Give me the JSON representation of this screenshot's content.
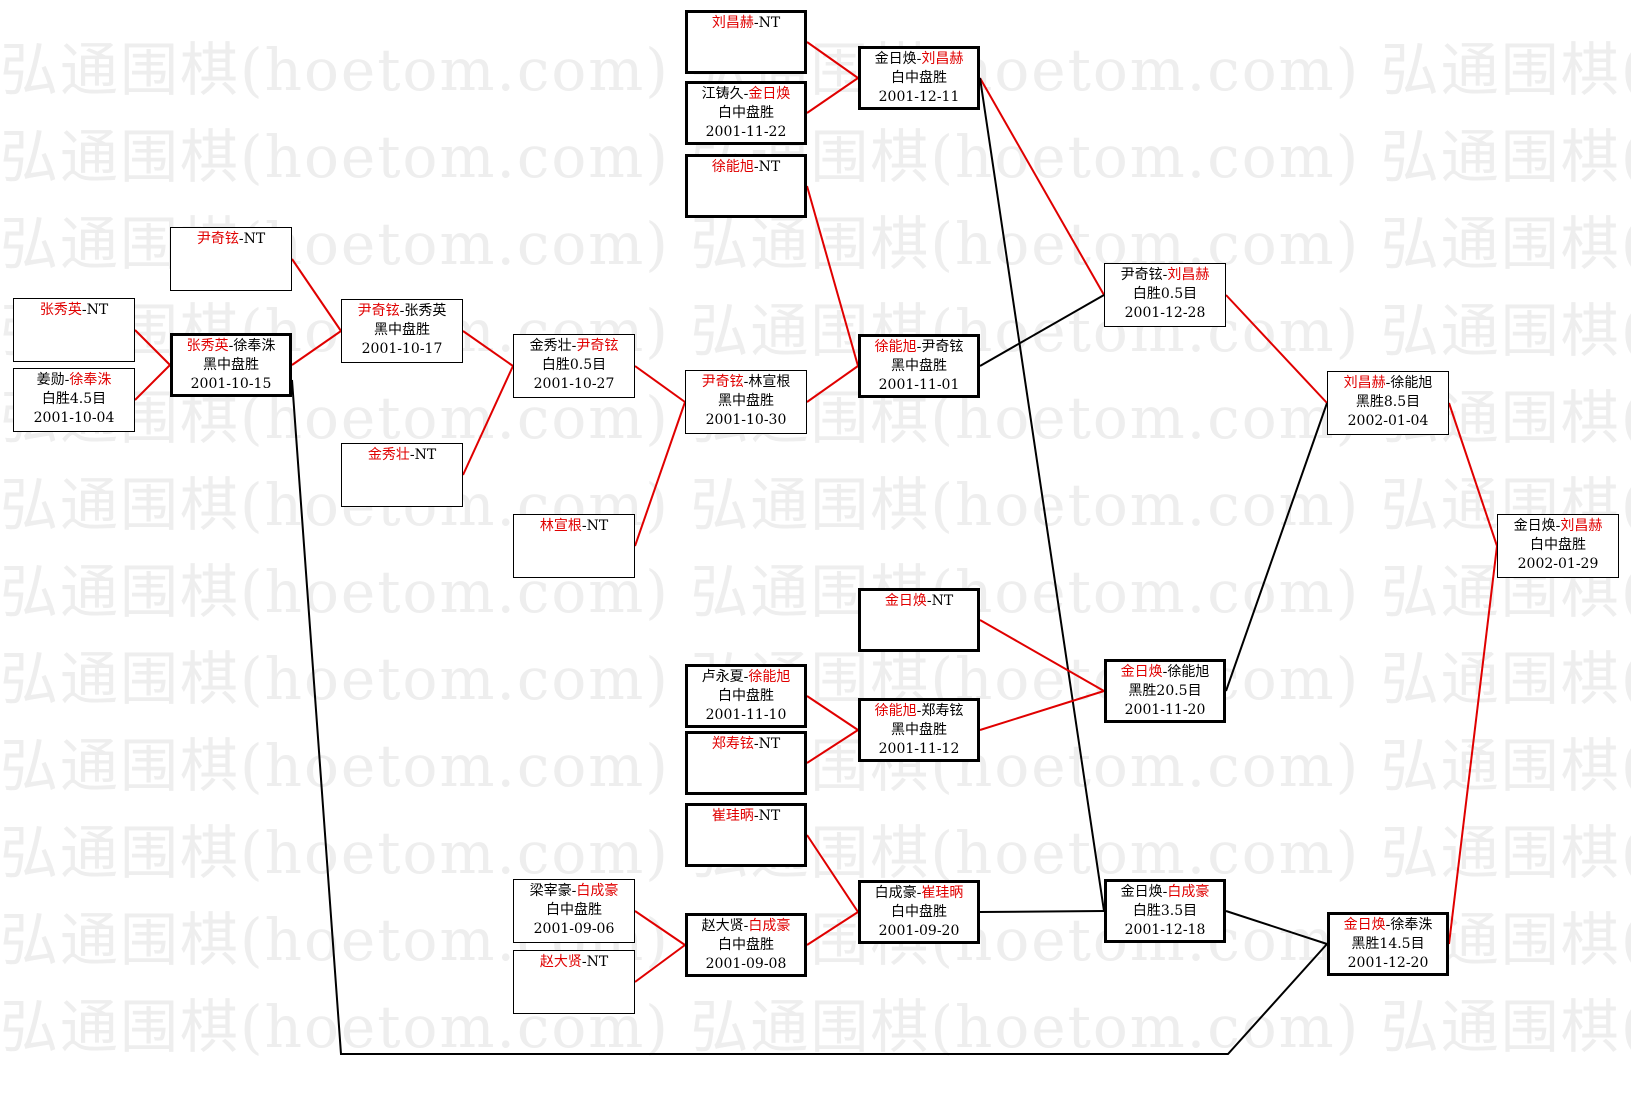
{
  "watermark": "弘通围棋(hoetom.com) 弘通围棋(hoetom.com) 弘通围棋(hoetom.com)",
  "colors": {
    "winner": "#e00000",
    "winner_line": "#e00000",
    "loser_line": "#000000",
    "border": "#000000"
  },
  "nodes": [
    {
      "id": "n1",
      "p1": "张秀英",
      "p2": "NT",
      "winner": 1,
      "result": "",
      "date": ""
    },
    {
      "id": "n2",
      "p1": "姜勋",
      "p2": "徐奉洙",
      "winner": 2,
      "result": "白胜4.5目",
      "date": "2001-10-04"
    },
    {
      "id": "n3",
      "p1": "尹奇铉",
      "p2": "NT",
      "winner": 1,
      "result": "",
      "date": ""
    },
    {
      "id": "n4",
      "p1": "张秀英",
      "p2": "徐奉洙",
      "winner": 1,
      "result": "黑中盘胜",
      "date": "2001-10-15"
    },
    {
      "id": "n5",
      "p1": "尹奇铉",
      "p2": "张秀英",
      "winner": 1,
      "result": "黑中盘胜",
      "date": "2001-10-17"
    },
    {
      "id": "n6",
      "p1": "金秀壮",
      "p2": "NT",
      "winner": 1,
      "result": "",
      "date": ""
    },
    {
      "id": "n7",
      "p1": "金秀壮",
      "p2": "尹奇铉",
      "winner": 2,
      "result": "白胜0.5目",
      "date": "2001-10-27"
    },
    {
      "id": "n8",
      "p1": "林宣根",
      "p2": "NT",
      "winner": 1,
      "result": "",
      "date": ""
    },
    {
      "id": "n9",
      "p1": "梁宰豪",
      "p2": "白成豪",
      "winner": 2,
      "result": "白中盘胜",
      "date": "2001-09-06"
    },
    {
      "id": "n10",
      "p1": "赵大贤",
      "p2": "NT",
      "winner": 1,
      "result": "",
      "date": ""
    },
    {
      "id": "n11",
      "p1": "刘昌赫",
      "p2": "NT",
      "winner": 1,
      "result": "",
      "date": ""
    },
    {
      "id": "n12",
      "p1": "江铸久",
      "p2": "金日焕",
      "winner": 2,
      "result": "白中盘胜",
      "date": "2001-11-22"
    },
    {
      "id": "n13",
      "p1": "徐能旭",
      "p2": "NT",
      "winner": 1,
      "result": "",
      "date": ""
    },
    {
      "id": "n14",
      "p1": "尹奇铉",
      "p2": "林宣根",
      "winner": 1,
      "result": "黑中盘胜",
      "date": "2001-10-30"
    },
    {
      "id": "n15",
      "p1": "卢永夏",
      "p2": "徐能旭",
      "winner": 2,
      "result": "白中盘胜",
      "date": "2001-11-10"
    },
    {
      "id": "n16",
      "p1": "郑寿铉",
      "p2": "NT",
      "winner": 1,
      "result": "",
      "date": ""
    },
    {
      "id": "n17",
      "p1": "崔珪昞",
      "p2": "NT",
      "winner": 1,
      "result": "",
      "date": ""
    },
    {
      "id": "n18",
      "p1": "赵大贤",
      "p2": "白成豪",
      "winner": 2,
      "result": "白中盘胜",
      "date": "2001-09-08"
    },
    {
      "id": "n19",
      "p1": "金日焕",
      "p2": "刘昌赫",
      "winner": 2,
      "result": "白中盘胜",
      "date": "2001-12-11"
    },
    {
      "id": "n20",
      "p1": "徐能旭",
      "p2": "尹奇铉",
      "winner": 1,
      "result": "黑中盘胜",
      "date": "2001-11-01"
    },
    {
      "id": "n21",
      "p1": "金日焕",
      "p2": "NT",
      "winner": 1,
      "result": "",
      "date": ""
    },
    {
      "id": "n22",
      "p1": "徐能旭",
      "p2": "郑寿铉",
      "winner": 1,
      "result": "黑中盘胜",
      "date": "2001-11-12"
    },
    {
      "id": "n23",
      "p1": "白成豪",
      "p2": "崔珪昞",
      "winner": 2,
      "result": "白中盘胜",
      "date": "2001-09-20"
    },
    {
      "id": "n24",
      "p1": "尹奇铉",
      "p2": "刘昌赫",
      "winner": 2,
      "result": "白胜0.5目",
      "date": "2001-12-28"
    },
    {
      "id": "n25",
      "p1": "金日焕",
      "p2": "徐能旭",
      "winner": 1,
      "result": "黑胜20.5目",
      "date": "2001-11-20"
    },
    {
      "id": "n26",
      "p1": "金日焕",
      "p2": "白成豪",
      "winner": 2,
      "result": "白胜3.5目",
      "date": "2001-12-18"
    },
    {
      "id": "n27",
      "p1": "刘昌赫",
      "p2": "徐能旭",
      "winner": 1,
      "result": "黑胜8.5目",
      "date": "2002-01-04"
    },
    {
      "id": "n28",
      "p1": "金日焕",
      "p2": "徐奉洙",
      "winner": 1,
      "result": "黑胜14.5目",
      "date": "2001-12-20"
    },
    {
      "id": "n29",
      "p1": "金日焕",
      "p2": "刘昌赫",
      "winner": 2,
      "result": "白中盘胜",
      "date": "2002-01-29"
    }
  ],
  "edges": [
    {
      "from": "n1",
      "to": "n4",
      "win": true
    },
    {
      "from": "n2",
      "to": "n4",
      "win": true
    },
    {
      "from": "n3",
      "to": "n5",
      "win": true
    },
    {
      "from": "n4",
      "to": "n5",
      "win": true
    },
    {
      "from": "n4",
      "to": "n28",
      "win": false
    },
    {
      "from": "n6",
      "to": "n7",
      "win": true
    },
    {
      "from": "n5",
      "to": "n7",
      "win": true
    },
    {
      "from": "n7",
      "to": "n14",
      "win": true
    },
    {
      "from": "n8",
      "to": "n14",
      "win": true
    },
    {
      "from": "n9",
      "to": "n18",
      "win": true
    },
    {
      "from": "n10",
      "to": "n18",
      "win": true
    },
    {
      "from": "n11",
      "to": "n19",
      "win": true
    },
    {
      "from": "n12",
      "to": "n19",
      "win": true
    },
    {
      "from": "n13",
      "to": "n20",
      "win": true
    },
    {
      "from": "n14",
      "to": "n20",
      "win": true
    },
    {
      "from": "n15",
      "to": "n22",
      "win": true
    },
    {
      "from": "n16",
      "to": "n22",
      "win": true
    },
    {
      "from": "n17",
      "to": "n23",
      "win": true
    },
    {
      "from": "n18",
      "to": "n23",
      "win": true
    },
    {
      "from": "n19",
      "to": "n24",
      "win": true
    },
    {
      "from": "n19",
      "to": "n26",
      "win": false
    },
    {
      "from": "n20",
      "to": "n24",
      "win": false
    },
    {
      "from": "n21",
      "to": "n25",
      "win": true
    },
    {
      "from": "n22",
      "to": "n25",
      "win": true
    },
    {
      "from": "n23",
      "to": "n26",
      "win": false
    },
    {
      "from": "n24",
      "to": "n27",
      "win": true
    },
    {
      "from": "n25",
      "to": "n27",
      "win": false
    },
    {
      "from": "n26",
      "to": "n28",
      "win": false
    },
    {
      "from": "n27",
      "to": "n29",
      "win": true
    },
    {
      "from": "n28",
      "to": "n29",
      "win": true
    }
  ]
}
